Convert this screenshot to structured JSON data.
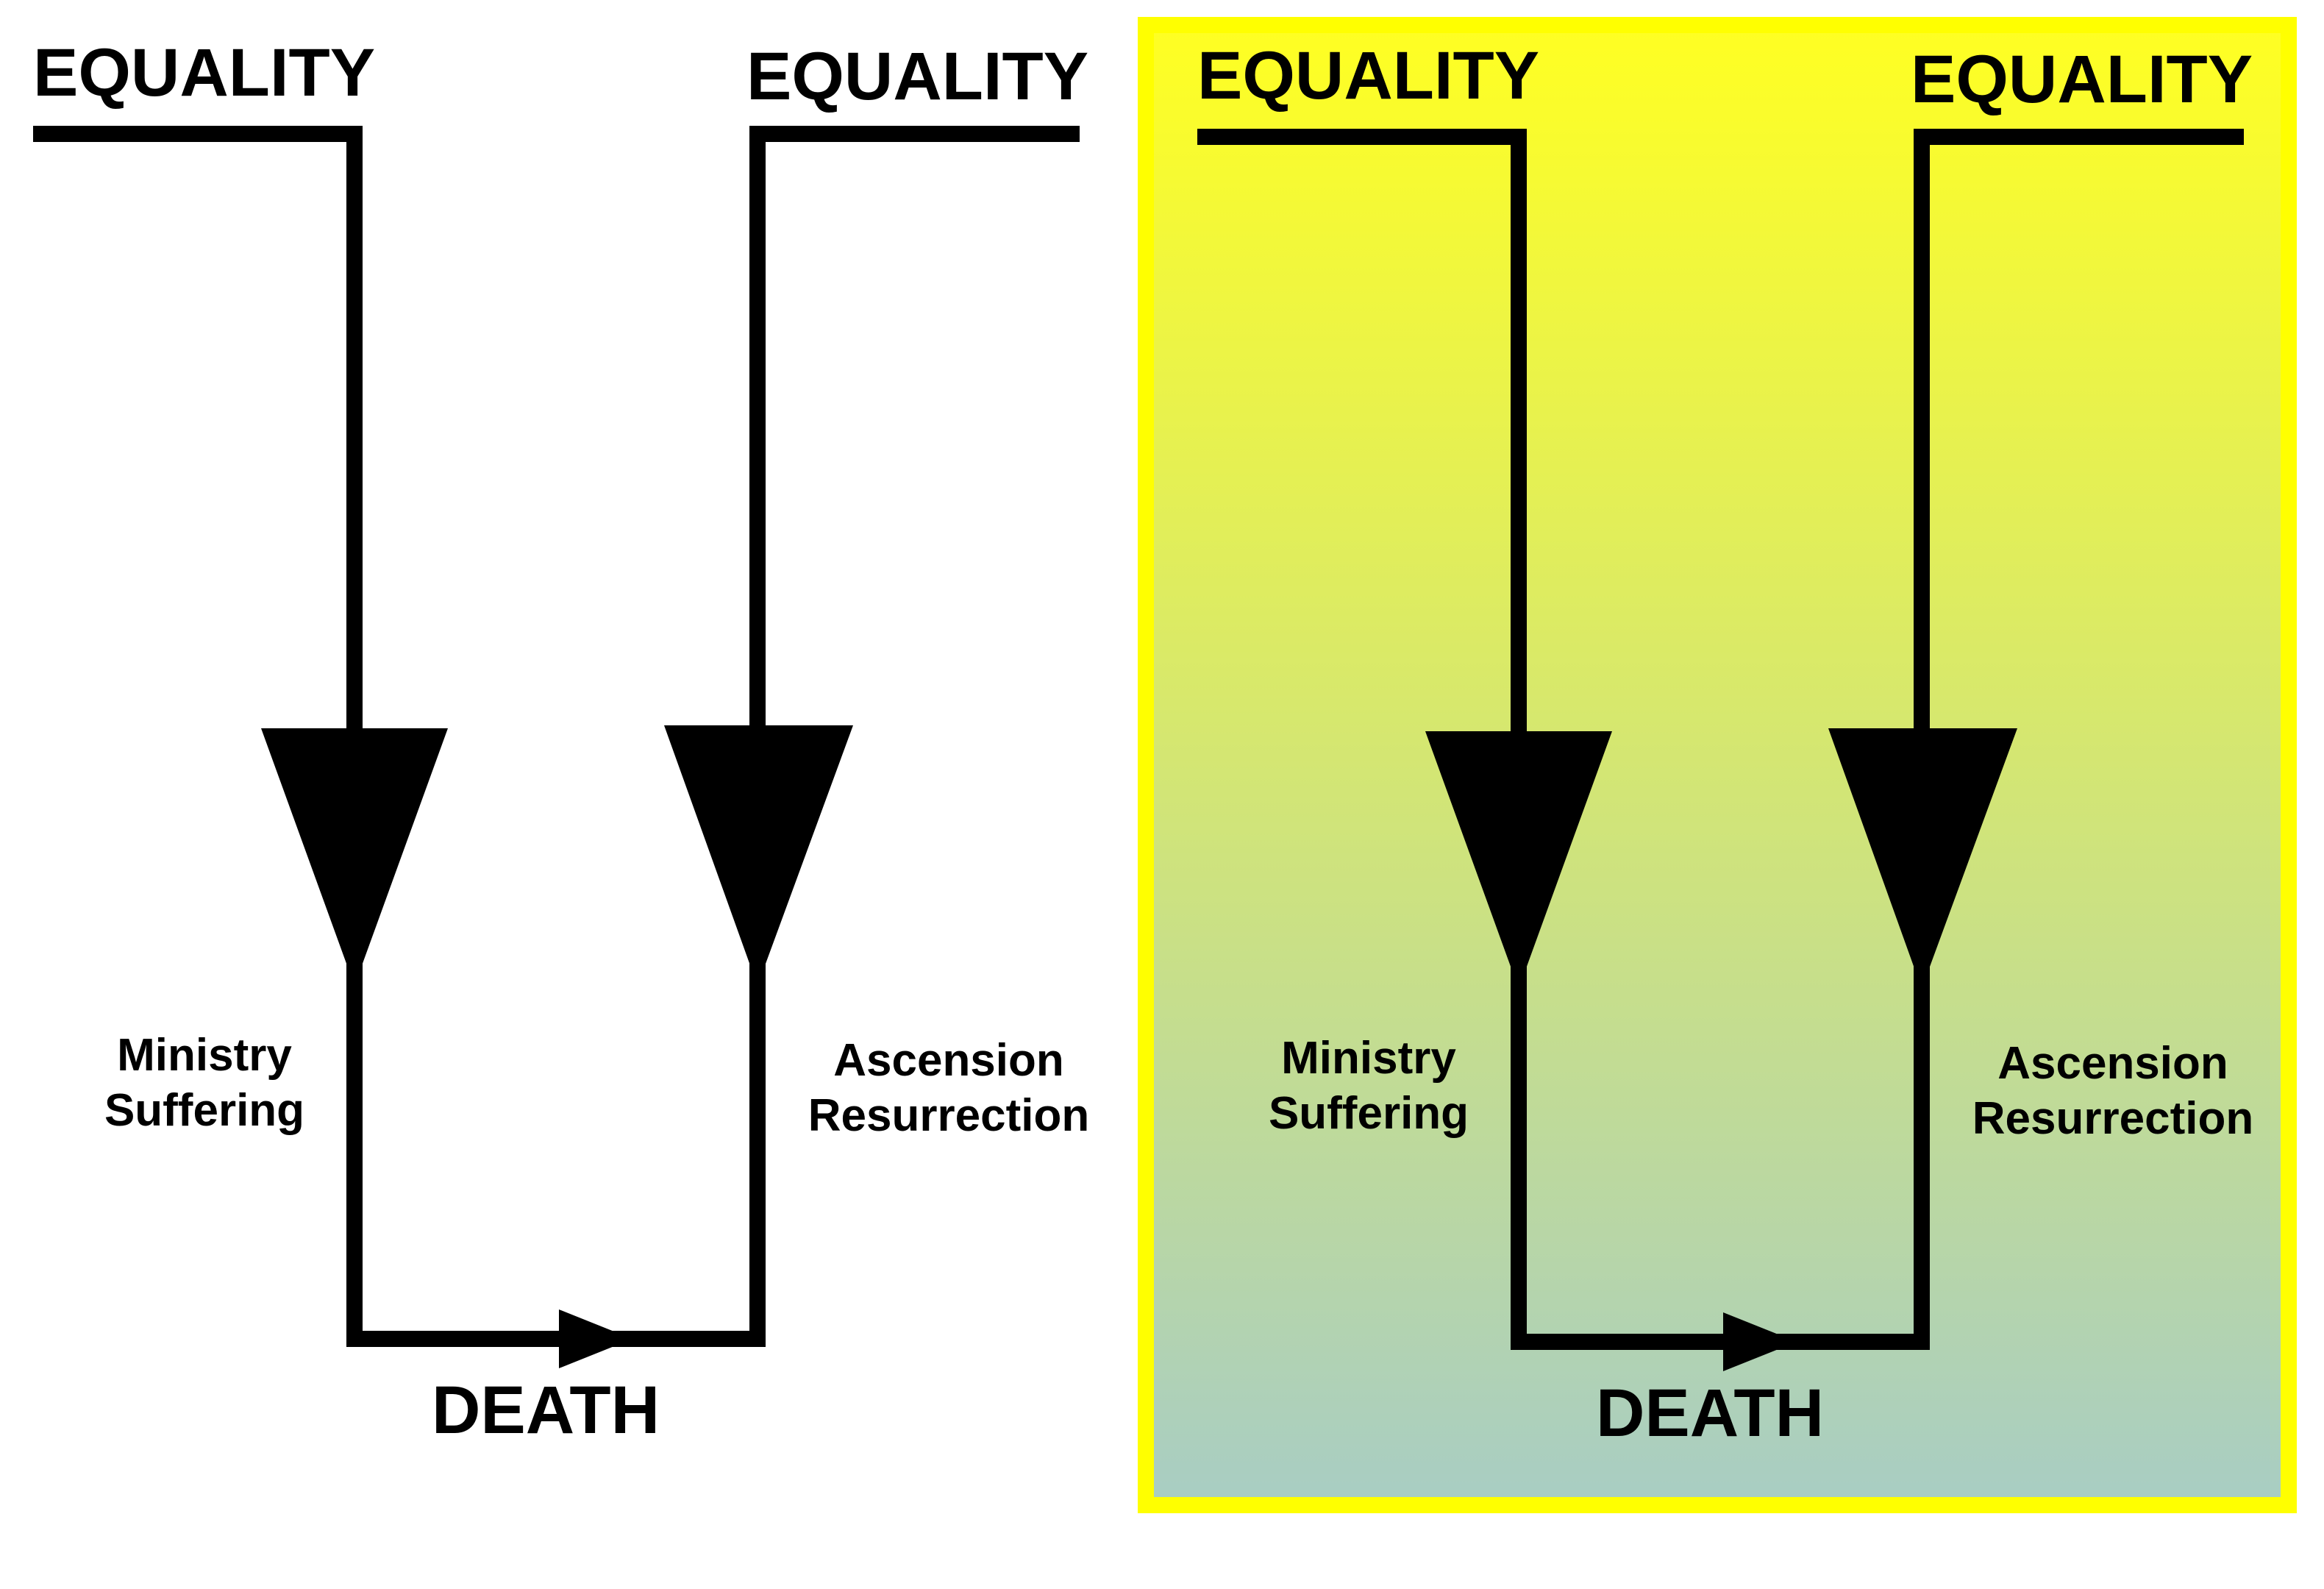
{
  "colors": {
    "line": "#000000",
    "panel_border": "#ffff00",
    "panel_gradient_top": "#ffff22",
    "panel_gradient_bottom": "#a8cdc4",
    "background": "#ffffff"
  },
  "panels": [
    {
      "highlighted": false,
      "top_left_label": "EQUALITY",
      "top_right_label": "EQUALITY",
      "left_side_lines": [
        "Ministry",
        "Suffering"
      ],
      "right_side_lines": [
        "Ascension",
        "Resurrection"
      ],
      "bottom_label": "DEATH"
    },
    {
      "highlighted": true,
      "top_left_label": "EQUALITY",
      "top_right_label": "EQUALITY",
      "left_side_lines": [
        "Ministry",
        "Suffering"
      ],
      "right_side_lines": [
        "Ascension",
        "Resurrection"
      ],
      "bottom_label": "DEATH"
    }
  ]
}
